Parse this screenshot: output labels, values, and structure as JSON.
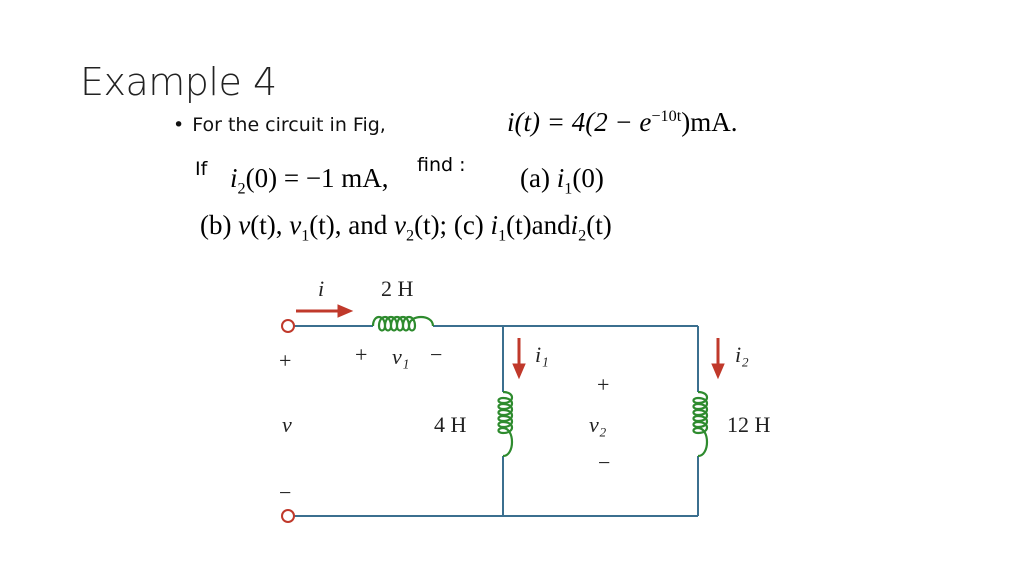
{
  "slide": {
    "title": "Example 4",
    "bullet_text": "For the circuit in Fig,",
    "if_label": "If",
    "find_label": "find :"
  },
  "equations": {
    "current_lhs": "i(t) = 4(2 − e",
    "current_exp": "−10t",
    "current_rhs": ")mA.",
    "initial_i2_symbol": "i",
    "initial_i2_sub": "2",
    "initial_i2_rest": "(0) = −1 mA,",
    "part_a_label": "(a) ",
    "part_a_symbol": "i",
    "part_a_sub": "1",
    "part_a_rest": "(0)",
    "part_b_label": "(b) ",
    "part_b_v": "v",
    "part_b_v_arg": "(t), ",
    "part_b_v1": "v",
    "part_b_v1_sub": "1",
    "part_b_v1_arg": "(t), and ",
    "part_b_v2": "v",
    "part_b_v2_sub": "2",
    "part_b_v2_arg": "(t); ",
    "part_c_label": "(c) ",
    "part_c_i1": "i",
    "part_c_i1_sub": "1",
    "part_c_i1_arg": "(t)",
    "part_c_and": "and",
    "part_c_i2": "i",
    "part_c_i2_sub": "2",
    "part_c_i2_arg": "(t)"
  },
  "circuit": {
    "source_current": "i",
    "inductor_series": "2 H",
    "v1_plus": "+",
    "v1_symbol": "v₁",
    "v1_minus": "−",
    "terminal_plus": "+",
    "terminal_v": "v",
    "terminal_minus": "−",
    "i1_label": "i₁",
    "inductor_middle": "4 H",
    "v2_plus": "+",
    "v2_symbol": "v₂",
    "v2_minus": "−",
    "i2_label": "i₂",
    "inductor_right": "12 H",
    "colors": {
      "wire": "#3b6f8f",
      "inductor": "#2e8b2e",
      "arrow": "#c0392b",
      "terminal": "#c0392b"
    }
  }
}
